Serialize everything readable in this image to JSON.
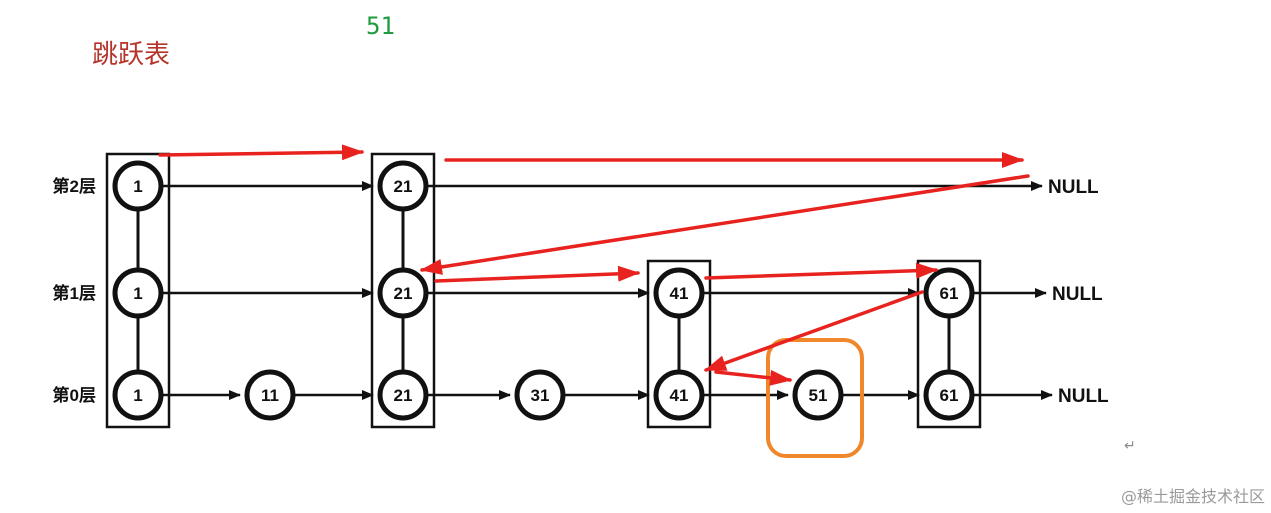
{
  "title": "跳跃表",
  "search_value": "51",
  "watermark": "@稀土掘金技术社区",
  "return_mark": "↵",
  "null_label": "NULL",
  "levels": [
    {
      "label": "第2层",
      "nodes": [
        "1",
        "21"
      ]
    },
    {
      "label": "第1层",
      "nodes": [
        "1",
        "21",
        "41",
        "61"
      ]
    },
    {
      "label": "第0层",
      "nodes": [
        "1",
        "11",
        "21",
        "31",
        "41",
        "51",
        "61"
      ]
    }
  ],
  "colors": {
    "title": "#b5342b",
    "search_value": "#1f9b3f",
    "search_path": "#e8231f",
    "highlight": "#f0872a",
    "structure": "#111111"
  }
}
